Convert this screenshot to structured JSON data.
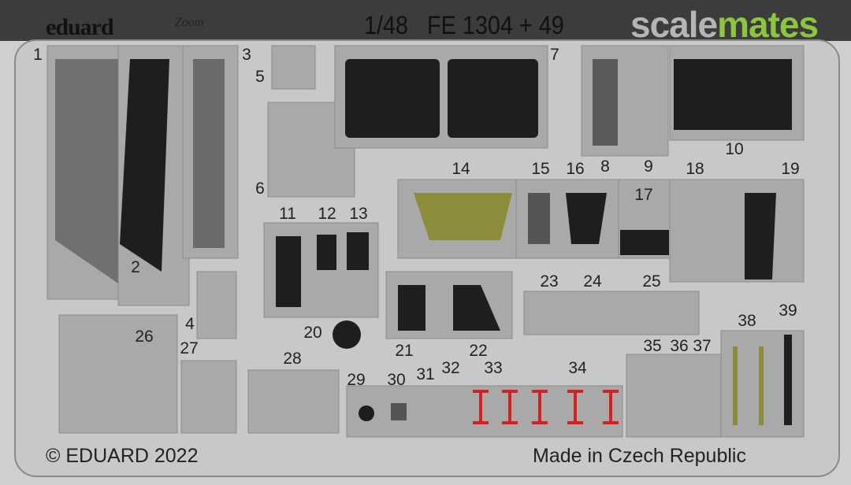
{
  "header": {
    "brand": "eduard",
    "sub_brand": "Zoom",
    "scale_code": "1/48   FE 1304 + 49",
    "watermark_part1": "scale",
    "watermark_part2": "mates"
  },
  "part_numbers": [
    "1",
    "2",
    "3",
    "4",
    "5",
    "6",
    "7",
    "8",
    "9",
    "10",
    "11",
    "12",
    "13",
    "14",
    "15",
    "16",
    "17",
    "18",
    "19",
    "20",
    "21",
    "22",
    "23",
    "24",
    "25",
    "26",
    "27",
    "28",
    "29",
    "30",
    "31",
    "32",
    "33",
    "34",
    "35",
    "36",
    "37",
    "38",
    "39"
  ],
  "footer": {
    "copyright": "© EDUARD 2022",
    "origin": "Made in Czech Republic"
  },
  "colors": {
    "fret": "#c8c8c8",
    "part": "#a9a9a9",
    "panel": "#1e1e1e",
    "olive": "#8c8c3a",
    "red": "#d42020",
    "watermark_green": "#8cc63f"
  }
}
